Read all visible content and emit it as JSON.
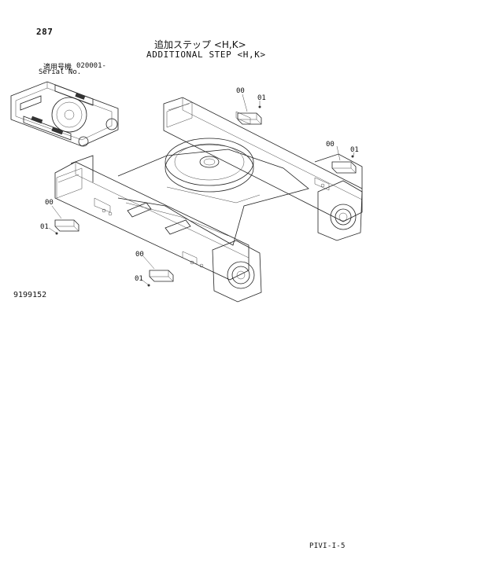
{
  "page": {
    "number": "287",
    "title_ja": "追加ステップ <H,K>",
    "title_en": "ADDITIONAL STEP <H,K>",
    "serial_label_ja": "適用号機",
    "serial_label_en": "Serial No.",
    "serial_value": "020001-",
    "figure_number": "9199152",
    "page_ref": "PIVI-I-5"
  },
  "callouts": [
    {
      "id": "c1",
      "text": "00"
    },
    {
      "id": "c2",
      "text": "01"
    },
    {
      "id": "c3",
      "text": "00"
    },
    {
      "id": "c4",
      "text": "01"
    },
    {
      "id": "c5",
      "text": "00"
    },
    {
      "id": "c6",
      "text": "01"
    },
    {
      "id": "c7",
      "text": "00"
    },
    {
      "id": "c8",
      "text": "01"
    }
  ]
}
